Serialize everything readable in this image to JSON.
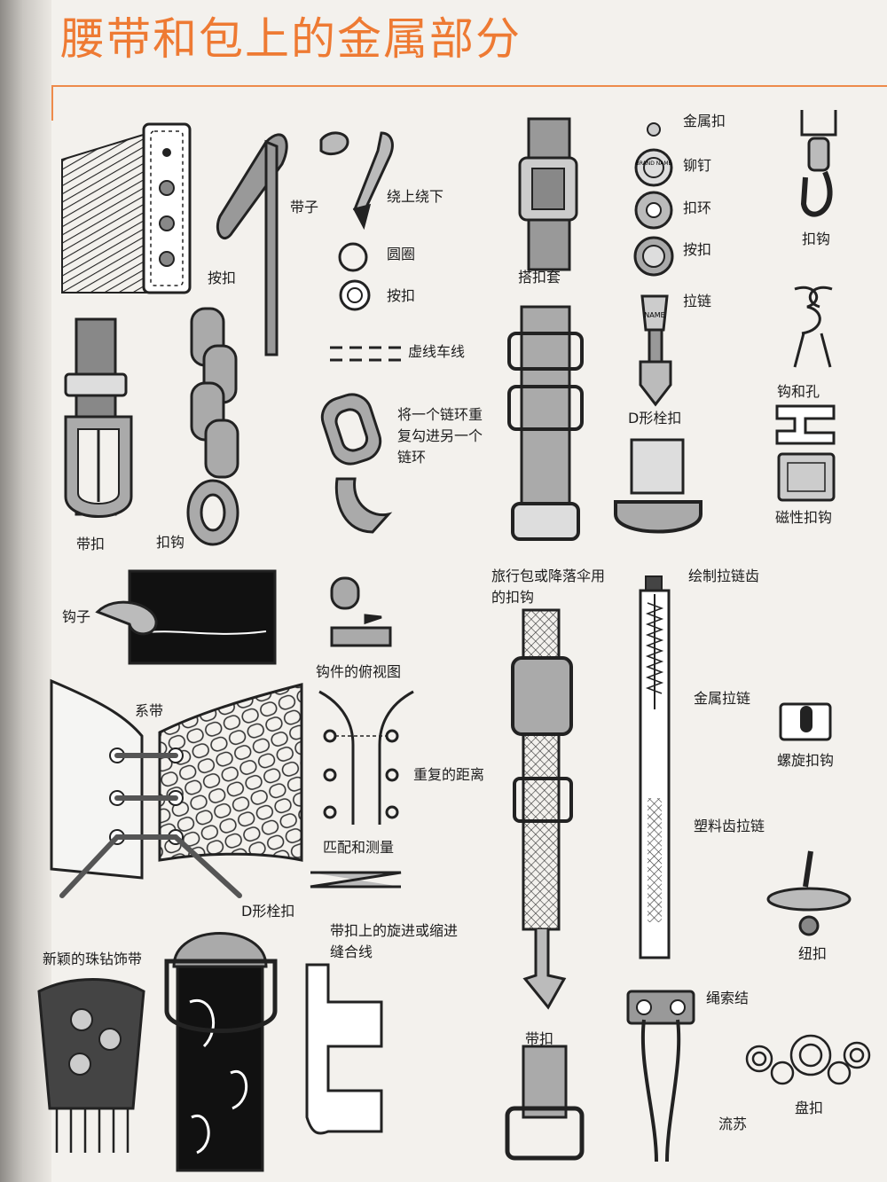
{
  "page": {
    "title": "腰带和包上的金属部分"
  },
  "labels": {
    "strap": "带子",
    "press_buckle": "按扣",
    "over_under": "绕上绕下",
    "circle": "圆圈",
    "press_stud": "按扣",
    "dashed_stitch": "虚线车线",
    "chain_link_note": "将一个链环重复勾进另一个链环",
    "keeper": "搭扣套",
    "metal_stud": "金属扣",
    "rivet": "铆钉",
    "ring": "扣环",
    "snap": "按扣",
    "zipper": "拉链",
    "hook_clasp": "扣钩",
    "hook_and_eye": "钩和孔",
    "d_ring_top": "D形栓扣",
    "magnetic_clasp": "磁性扣钩",
    "belt_buckle": "带扣",
    "lobster_clasp": "扣钩",
    "hook": "钩子",
    "hook_top_view": "钩件的俯视图",
    "travel_bag_clasp": "旅行包或降落伞用的扣钩",
    "draw_zipper_teeth": "绘制拉链齿",
    "lacing": "系带",
    "repeated_distance": "重复的距离",
    "match_measure": "匹配和测量",
    "metal_zipper": "金属拉链",
    "turnlock": "螺旋扣钩",
    "plastic_zipper": "塑料齿拉链",
    "d_ring_bottom": "D形栓扣",
    "stitch_note": "带扣上的旋进或缩进缝合线",
    "jeweled_belt": "新颖的珠钻饰带",
    "button": "纽扣",
    "buckle_bottom": "带扣",
    "cord_knot": "绳索结",
    "tassel": "流苏",
    "frog_closure": "盘扣"
  },
  "badges": {
    "rivet_text": "BRAND NAME",
    "zipper_tag": "NAME"
  }
}
